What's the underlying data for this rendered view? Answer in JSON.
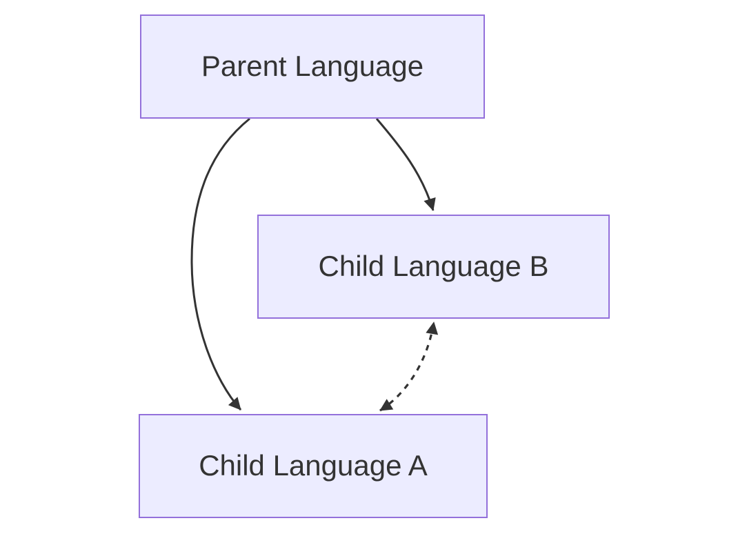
{
  "diagram": {
    "type": "flowchart",
    "direction": "top-down",
    "nodes": [
      {
        "id": "parent",
        "label": "Parent Language"
      },
      {
        "id": "child_b",
        "label": "Child Language B"
      },
      {
        "id": "child_a",
        "label": "Child Language A"
      }
    ],
    "edges": [
      {
        "from": "Parent Language",
        "to": "Child Language B",
        "style": "solid",
        "arrow": "single"
      },
      {
        "from": "Parent Language",
        "to": "Child Language A",
        "style": "solid",
        "arrow": "single"
      },
      {
        "from": "Child Language A",
        "to": "Child Language B",
        "style": "dashed",
        "arrow": "bidirectional"
      }
    ],
    "colors": {
      "node_fill": "#ECECFF",
      "node_border": "#9370DB",
      "node_text": "#333333",
      "edge": "#333333",
      "background": "#FFFFFF"
    }
  }
}
